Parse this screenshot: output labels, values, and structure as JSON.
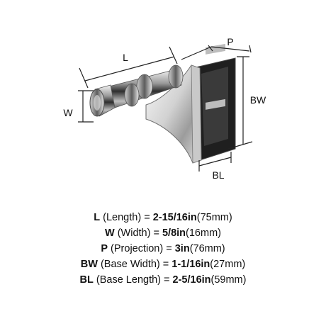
{
  "diagram": {
    "labels": {
      "l": "L",
      "w": "W",
      "p": "P",
      "bw": "BW",
      "bl": "BL"
    }
  },
  "specs": [
    {
      "letter": "L",
      "name": " (Length) = ",
      "value": "2-15/16in",
      "metric": "(75mm)"
    },
    {
      "letter": "W",
      "name": " (Width) = ",
      "value": "5/8in",
      "metric": "(16mm)"
    },
    {
      "letter": "P",
      "name": " (Projection) = ",
      "value": "3in",
      "metric": "(76mm)"
    },
    {
      "letter": "BW",
      "name": " (Base Width) = ",
      "value": "1-1/16in",
      "metric": "(27mm)"
    },
    {
      "letter": "BL",
      "name": " (Base Length) = ",
      "value": "2-5/16in",
      "metric": "(59mm)"
    }
  ],
  "colors": {
    "chrome_dark": "#2b2b2b",
    "chrome_mid": "#8a8a8a",
    "chrome_light": "#e6e6e6",
    "dimension_line": "#222222"
  }
}
